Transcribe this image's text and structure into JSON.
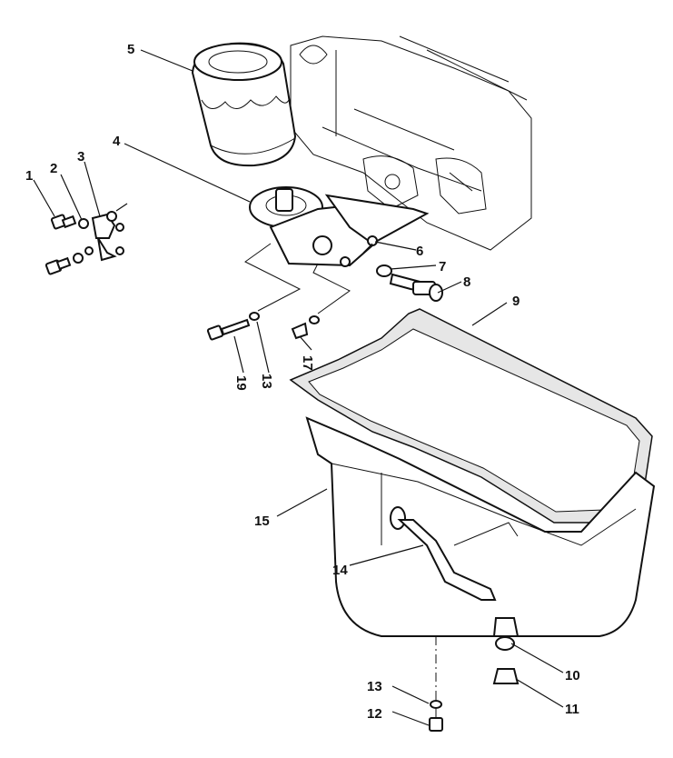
{
  "callouts": {
    "c1": "1",
    "c2": "2",
    "c3": "3",
    "c4": "4",
    "c5": "5",
    "c6": "6",
    "c7": "7",
    "c8": "8",
    "c9": "9",
    "c10": "10",
    "c11": "11",
    "c12": "12",
    "c13a": "13",
    "c13b": "13",
    "c14": "14",
    "c15": "15",
    "c17": "17",
    "c19": "19"
  }
}
